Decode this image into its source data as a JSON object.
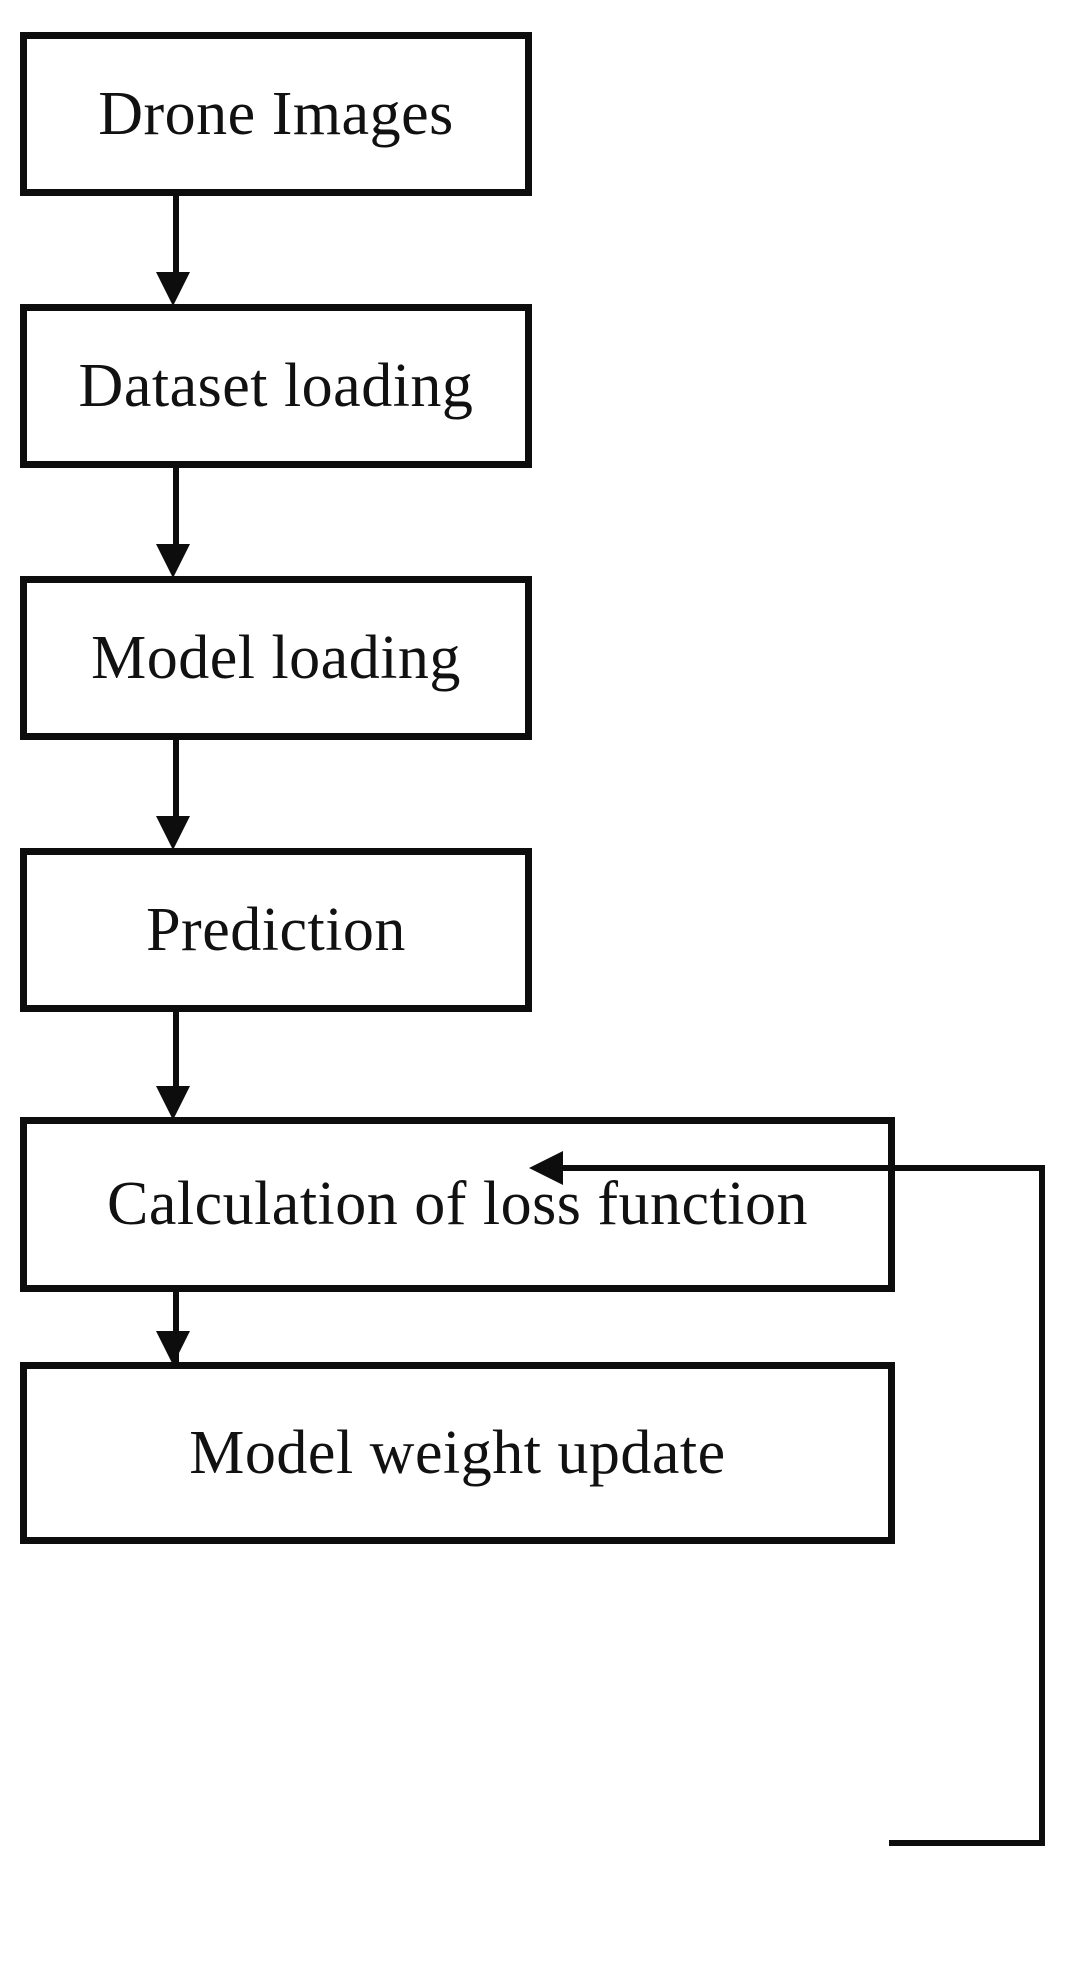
{
  "diagram": {
    "title": "Model training workflow flowchart",
    "background_color": "#ffffff",
    "stroke_color": "#0d0d0d",
    "text_color": "#111111",
    "nodes": [
      {
        "id": "drone-images",
        "label": "Drone Images"
      },
      {
        "id": "dataset-loading",
        "label": "Dataset loading"
      },
      {
        "id": "model-loading",
        "label": "Model loading"
      },
      {
        "id": "prediction",
        "label": "Prediction"
      },
      {
        "id": "loss-function",
        "label": "Calculation of loss function"
      },
      {
        "id": "weight-update",
        "label": "Model weight update"
      }
    ],
    "edges": [
      {
        "id": "edge-1",
        "from": "drone-images",
        "to": "dataset-loading",
        "kind": "arrow-down"
      },
      {
        "id": "edge-2",
        "from": "dataset-loading",
        "to": "model-loading",
        "kind": "arrow-down"
      },
      {
        "id": "edge-3",
        "from": "model-loading",
        "to": "prediction",
        "kind": "arrow-down"
      },
      {
        "id": "edge-4",
        "from": "prediction",
        "to": "loss-function",
        "kind": "arrow-down"
      },
      {
        "id": "edge-5",
        "from": "loss-function",
        "to": "weight-update",
        "kind": "arrow-down"
      },
      {
        "id": "edge-fb",
        "from": "weight-update",
        "to": "prediction",
        "kind": "feedback-loop-left"
      }
    ]
  }
}
